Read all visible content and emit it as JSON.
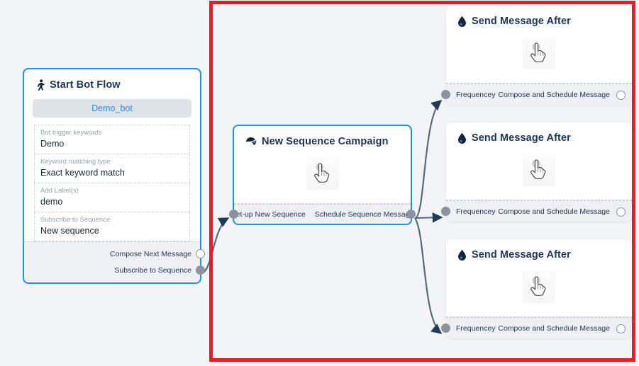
{
  "canvas": {
    "background_color": "#f3f4f6",
    "highlight_color": "#ed1c24",
    "accent_color": "#1e90ef",
    "title_color": "#1d3557",
    "port_color": "#8b93a1",
    "edge_color": "#53647a"
  },
  "start_node": {
    "icon": "running-person-icon",
    "title": "Start Bot Flow",
    "chip_label": "Demo_bot",
    "fields": [
      {
        "label": "Bot trigger keywords",
        "value": "Demo"
      },
      {
        "label": "Keyword matching type",
        "value": "Exact keyword match"
      },
      {
        "label": "Add Label(s)",
        "value": "demo"
      },
      {
        "label": "Subscribe to Sequence",
        "value": "New sequence"
      }
    ],
    "ports": [
      {
        "label": "Compose Next Message",
        "style": "hollow"
      },
      {
        "label": "Subscribe to Sequence",
        "style": "filled"
      }
    ]
  },
  "sequence_node": {
    "icon": "paper-plane-icon",
    "title": "New Sequence Campaign",
    "body_icon": "hand-cursor-icon",
    "ports": [
      {
        "label": "Set-up New Sequence"
      },
      {
        "label": "Schedule Sequence Message"
      }
    ]
  },
  "message_nodes": [
    {
      "icon": "water-drop-icon",
      "title": "Send Message After",
      "body_icon": "hand-cursor-icon",
      "port_in_label": "Frequencey",
      "port_out_label": "Compose and Schedule Message"
    },
    {
      "icon": "water-drop-icon",
      "title": "Send Message After",
      "body_icon": "hand-cursor-icon",
      "port_in_label": "Frequencey",
      "port_out_label": "Compose and Schedule Message"
    },
    {
      "icon": "water-drop-icon",
      "title": "Send Message After",
      "body_icon": "hand-cursor-icon",
      "port_in_label": "Frequencey",
      "port_out_label": "Compose and Schedule Message"
    }
  ]
}
